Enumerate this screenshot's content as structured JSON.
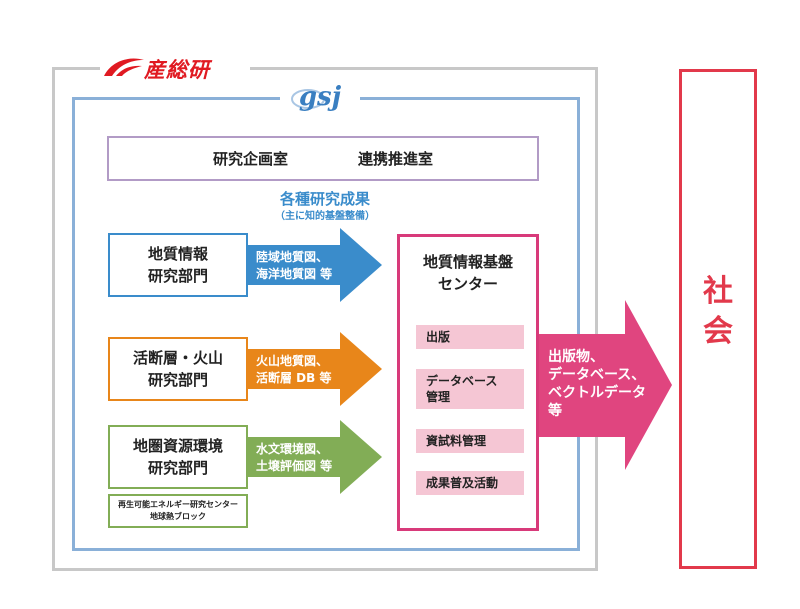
{
  "aist_logo": {
    "text": "産総研",
    "color": "#e01a22"
  },
  "gsj_logo": {
    "text": "gsj",
    "color": "#3a7fc1"
  },
  "planning_box": {
    "left": "研究企画室",
    "right": "連携推進室"
  },
  "research_results": {
    "title": "各種研究成果",
    "subtitle": "（主に知的基盤整備）"
  },
  "departments": [
    {
      "line1": "地質情報",
      "line2": "研究部門",
      "arrow_line1": "陸域地質図、",
      "arrow_line2": "海洋地質図 等",
      "color": "#3a8ccb"
    },
    {
      "line1": "活断層・火山",
      "line2": "研究部門",
      "arrow_line1": "火山地質図、",
      "arrow_line2": "活断層 DB 等",
      "color": "#e8861a"
    },
    {
      "line1": "地圏資源環境",
      "line2": "研究部門",
      "arrow_line1": "水文環境図、",
      "arrow_line2": "土壌評価図 等",
      "color": "#82ad56"
    }
  ],
  "sub_unit": {
    "line1": "再生可能エネルギー研究センター",
    "line2": "地球熱ブロック"
  },
  "center": {
    "title_line1": "地質情報基盤",
    "title_line2": "センター",
    "items": [
      "出版",
      "データベース",
      "管理",
      "資試料管理",
      "成果普及活動"
    ],
    "color": "#d83a7a"
  },
  "output_arrow": {
    "line1": "出版物、",
    "line2": "データベース、",
    "line3": "ベクトルデータ",
    "line4": "等",
    "color": "#e0457f"
  },
  "society": {
    "char1": "社",
    "char2": "会",
    "color": "#e2394b"
  }
}
